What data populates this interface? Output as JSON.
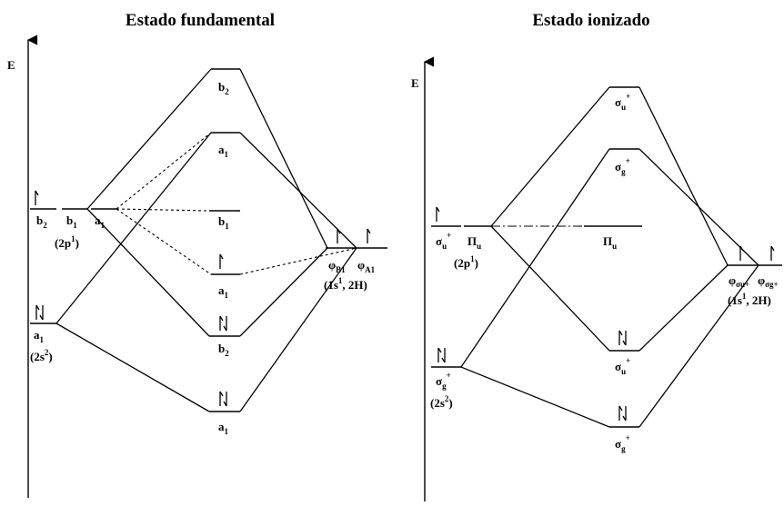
{
  "titles": {
    "left": "Estado fundamental",
    "right": "Estado ionizado"
  },
  "axis_label": "E",
  "left_diagram": {
    "labels": {
      "b2_2p": "b",
      "b2_2p_sub": "2",
      "b1_2p": "b",
      "b1_2p_sub": "1",
      "a1_2p": "a",
      "a1_2p_sub": "1",
      "config_2p": "(2p",
      "config_2p_sup": "1",
      "config_2p_close": ")",
      "a1_2s": "a",
      "a1_2s_sub": "1",
      "config_2s": "(2s",
      "config_2s_sup": "2",
      "config_2s_close": ")",
      "mo_b2_top": "b",
      "mo_b2_top_sub": "2",
      "mo_a1_upper": "a",
      "mo_a1_upper_sub": "1",
      "mo_b1_nb": "b",
      "mo_b1_nb_sub": "1",
      "mo_a1_mid": "a",
      "mo_a1_mid_sub": "1",
      "mo_b2_low": "b",
      "mo_b2_low_sub": "2",
      "mo_a1_bottom": "a",
      "mo_a1_bottom_sub": "1",
      "phi_b1": "φ",
      "phi_b1_sub": "B1",
      "phi_a1": "φ",
      "phi_a1_sub": "A1",
      "config_h": "(1s",
      "config_h_sup": "1",
      "config_h_close": ", 2H)"
    }
  },
  "right_diagram": {
    "labels": {
      "sigma_u_ao": "σ",
      "sigma_u_ao_sub": "u",
      "sigma_u_ao_sup": "+",
      "pi_u_ao": "Π",
      "pi_u_ao_sub": "u",
      "config_2p": "(2p",
      "config_2p_sup": "1",
      "config_2p_close": ")",
      "sigma_g_ao": "σ",
      "sigma_g_ao_sub": "g",
      "sigma_g_ao_sup": "+",
      "config_2s": "(2s",
      "config_2s_sup": "2",
      "config_2s_close": ")",
      "mo_sigma_u_top": "σ",
      "mo_sigma_u_top_sub": "u",
      "mo_sigma_u_top_sup": "+",
      "mo_sigma_g_upper": "σ",
      "mo_sigma_g_upper_sub": "g",
      "mo_sigma_g_upper_sup": "+",
      "mo_pi_u": "Π",
      "mo_pi_u_sub": "u",
      "mo_sigma_u_low": "σ",
      "mo_sigma_u_low_sub": "u",
      "mo_sigma_u_low_sup": "+",
      "mo_sigma_g_bottom": "σ",
      "mo_sigma_g_bottom_sub": "g",
      "mo_sigma_g_bottom_sup": "+",
      "phi_su": "φ",
      "phi_su_sub": "σu+",
      "phi_sg": "φ",
      "phi_sg_sub": "σg+",
      "config_h": "(1s",
      "config_h_sup": "1",
      "config_h_close": ", 2H)"
    }
  }
}
